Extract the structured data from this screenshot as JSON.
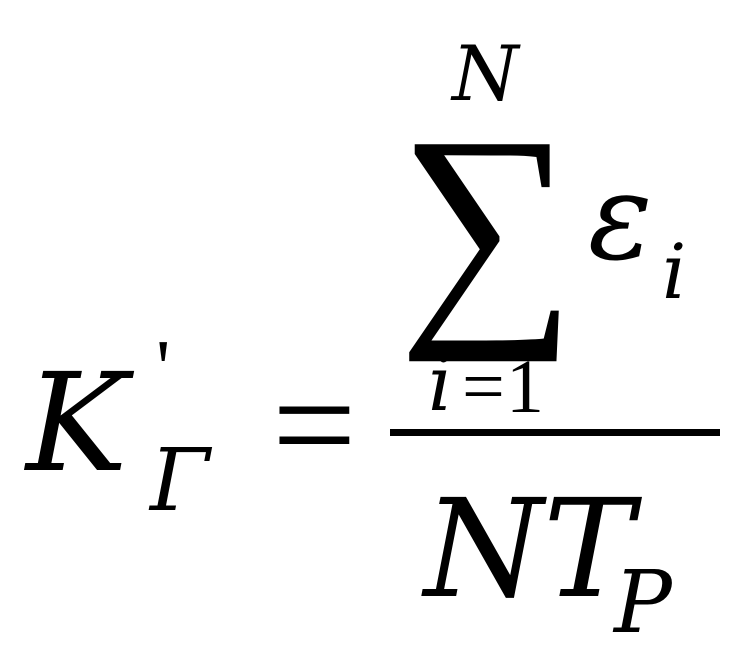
{
  "formula": {
    "lhs": {
      "symbol": "K",
      "prime": "'",
      "subscript": "Γ"
    },
    "equals": "=",
    "numerator": {
      "operator": "∑",
      "upper_limit": "N",
      "lower_limit_var": "i",
      "lower_limit_eq": "=",
      "lower_limit_val": "1",
      "term": "ε",
      "term_subscript": "i"
    },
    "denominator": {
      "main": "NT",
      "subscript": "P"
    }
  }
}
